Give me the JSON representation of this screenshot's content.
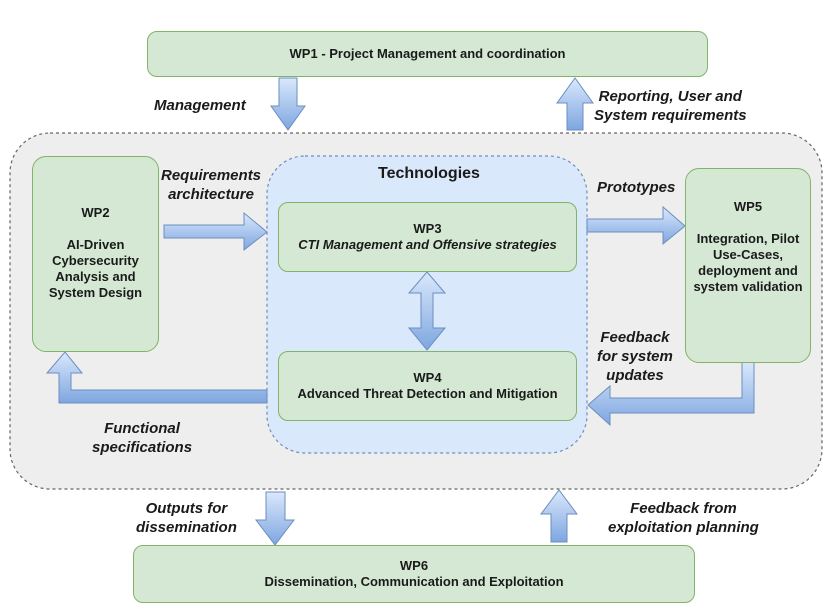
{
  "diagram": {
    "groups": {
      "outer_container": {
        "style": "dashed-gray"
      },
      "technologies": {
        "title": "Technologies"
      }
    },
    "work_packages": {
      "wp1": {
        "id": "WP1 - Project Management and coordination"
      },
      "wp2": {
        "id": "WP2",
        "title_lines": [
          "AI-Driven",
          "Cybersecurity",
          "Analysis and",
          "System Design"
        ]
      },
      "wp3": {
        "id": "WP3",
        "title": "CTI Management and Offensive strategies"
      },
      "wp4": {
        "id": "WP4",
        "title": "Advanced Threat Detection and Mitigation"
      },
      "wp5": {
        "id": "WP5",
        "title_lines": [
          "Integration, Pilot",
          "Use-Cases,",
          "deployment and",
          "system validation"
        ]
      },
      "wp6": {
        "id": "WP6",
        "title": "Dissemination, Communication and Exploitation"
      }
    },
    "flows": {
      "management": {
        "from": "WP1",
        "to": "Core",
        "label": "Management"
      },
      "reporting": {
        "from": "Core",
        "to": "WP1",
        "label_lines": [
          "Reporting, User and",
          "System requirements"
        ]
      },
      "requirements": {
        "from": "WP2",
        "to": "Technologies",
        "label_lines": [
          "Requirements",
          "architecture"
        ]
      },
      "prototypes": {
        "from": "WP3",
        "to": "WP5",
        "label": "Prototypes"
      },
      "wp3_wp4": {
        "from": "WP3",
        "to": "WP4",
        "label": "",
        "bidirectional": true
      },
      "feedback_updates": {
        "from": "WP5",
        "to": "WP4",
        "label_lines": [
          "Feedback",
          "for system",
          "updates"
        ]
      },
      "functional_specs": {
        "from": "WP4",
        "to": "WP2",
        "label_lines": [
          "Functional",
          "specifications"
        ]
      },
      "outputs": {
        "from": "Core",
        "to": "WP6",
        "label_lines": [
          "Outputs for",
          "dissemination"
        ]
      },
      "exploitation_feedback": {
        "from": "WP6",
        "to": "Core",
        "label_lines": [
          "Feedback from",
          "exploitation planning"
        ]
      }
    },
    "colors": {
      "box_fill": "#d5e8d4",
      "box_border": "#82b366",
      "tech_fill": "#dae8fc",
      "tech_border": "#6c8ebf",
      "outer_fill": "#eeeeee",
      "outer_border": "#666666",
      "arrow_light": "#dae8fc",
      "arrow_dark": "#7ea6e0"
    }
  }
}
